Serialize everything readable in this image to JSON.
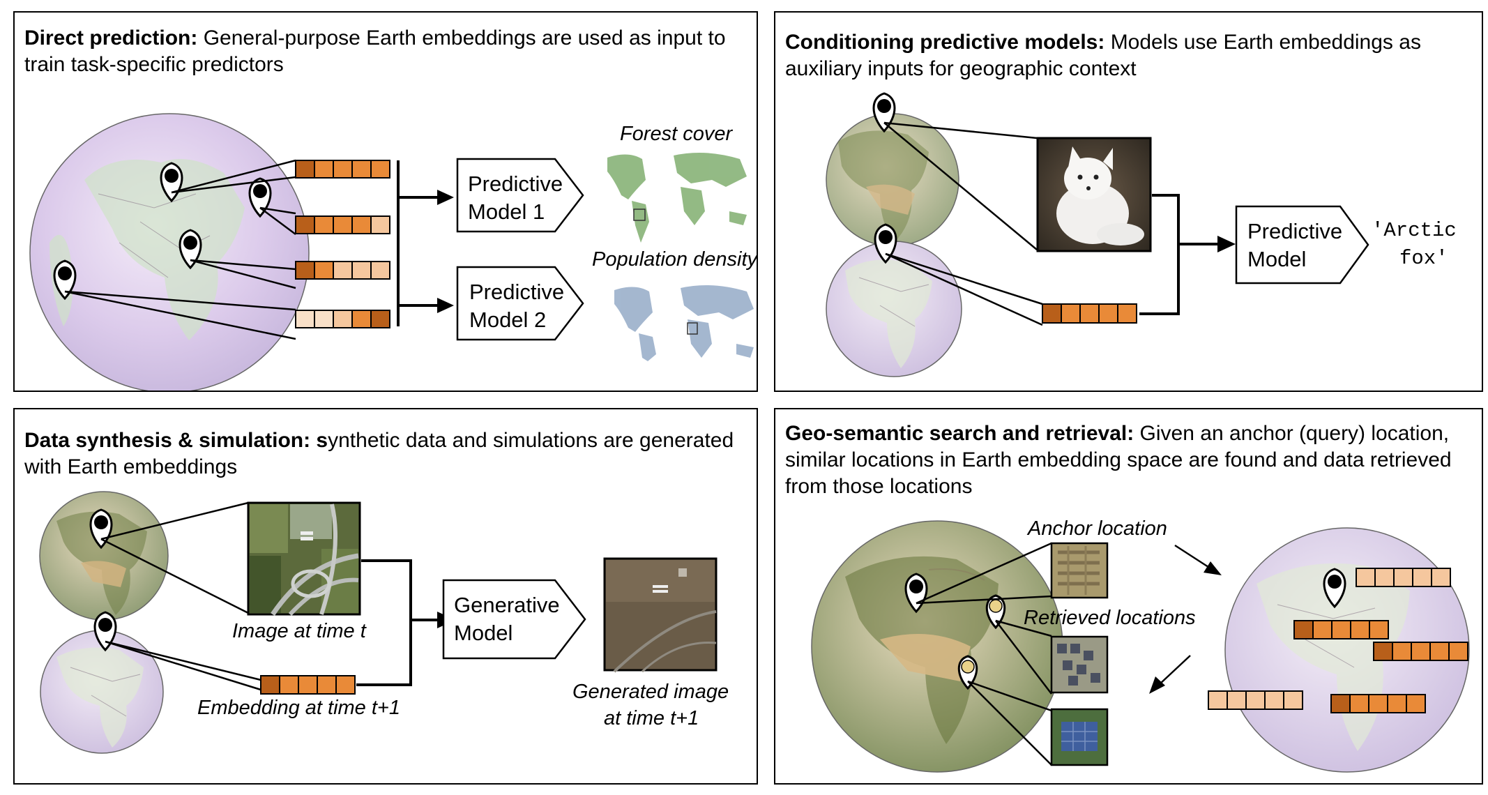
{
  "panels": {
    "direct": {
      "title": "Direct prediction:",
      "desc": " General-purpose Earth embeddings are used as input to train task-specific predictors",
      "model1": [
        "Predictive",
        "Model 1"
      ],
      "model2": [
        "Predictive",
        "Model 2"
      ],
      "map1_label": "Forest cover",
      "map2_label": "Population density"
    },
    "conditioning": {
      "title": "Conditioning predictive models:",
      "desc": " Models use Earth embeddings as auxiliary inputs for geographic context",
      "model": [
        "Predictive",
        "Model"
      ],
      "output": [
        "'Arctic",
        "fox'"
      ]
    },
    "synthesis": {
      "title": "Data synthesis & simulation: s",
      "desc": "ynthetic data and simulations are generated with Earth embeddings",
      "image_label": "Image at time t",
      "embedding_label": "Embedding at time t+1",
      "model": [
        "Generative",
        "Model"
      ],
      "generated_label": [
        "Generated image",
        "at time t+1"
      ]
    },
    "search": {
      "title": "Geo-semantic search and retrieval:",
      "desc": " Given an anchor (query) location, similar locations in Earth embedding space are found and data retrieved from those locations",
      "anchor_label": "Anchor location",
      "retrieved_label": "Retrieved locations"
    }
  },
  "colors": {
    "embed_dark": "#b85f1a",
    "embed_mid": "#e98a38",
    "embed_light": "#f5c79e",
    "embed_pale": "#f9e0c8",
    "pin": "#000000",
    "pin_retrieved": "#e9d28a",
    "forest": "#6fa35c",
    "population": "#8ea6c4"
  }
}
